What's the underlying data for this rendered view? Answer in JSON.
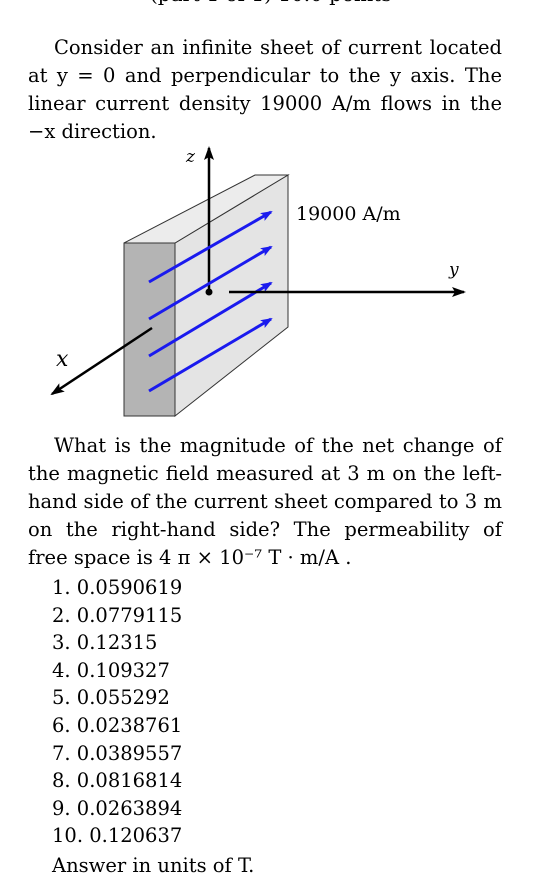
{
  "question": {
    "intro": "Consider an infinite sheet of current located at y = 0 and perpendicular to the y axis. The linear current density 19000 A/m flows in the −x direction.",
    "prompt": "What is the magnitude of the net change of the magnetic field measured at 3 m on the left-hand side of the current sheet compared to 3 m on the right-hand side? The permeability of free space is 4 π × 10⁻⁷ T · m/A .",
    "units": "Answer in units of  T."
  },
  "figure": {
    "current_label": "19000 A/m",
    "axis_y": "y",
    "axis_z": "z",
    "axis_x": "x",
    "colors": {
      "arrows": "#1a1aee",
      "front_face": "#e4e4e4",
      "side_face": "#b4b4b4"
    }
  },
  "choices": [
    "1.  0.0590619",
    "2.  0.0779115",
    "3.  0.12315",
    "4.  0.109327",
    "5.  0.055292",
    "6.  0.0238761",
    "7.  0.0389557",
    "8.  0.0816814",
    "9.  0.0263894",
    "10.  0.120637"
  ]
}
